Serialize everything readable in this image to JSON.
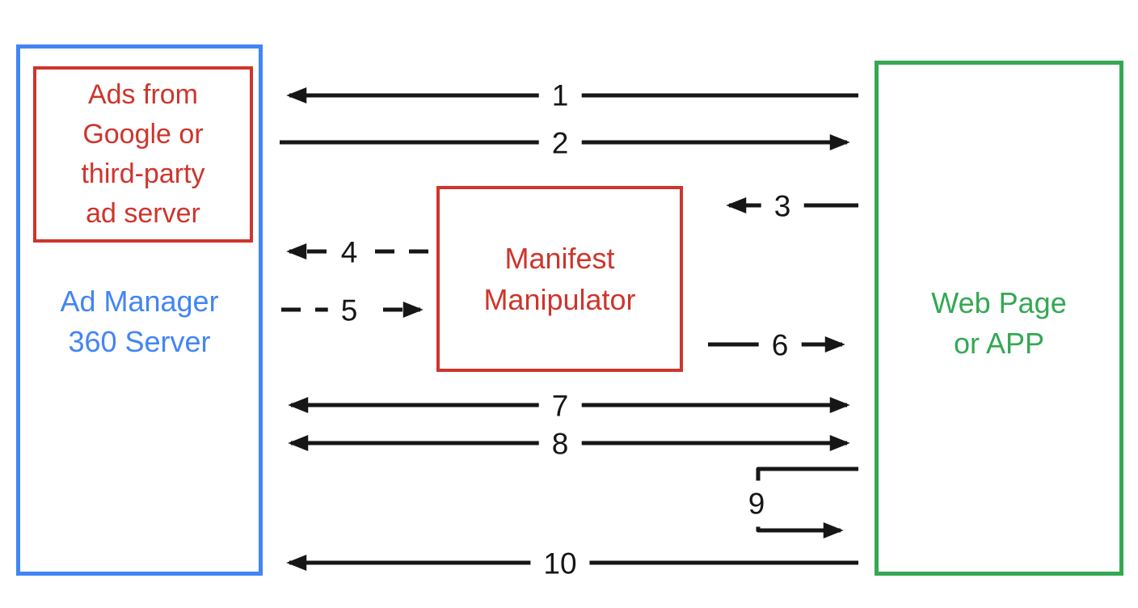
{
  "diagram": {
    "boxes": {
      "ad_server": {
        "label": "Ads from\nGoogle or\nthird-party\nad server"
      },
      "ad_manager": {
        "label": "Ad Manager\n360 Server"
      },
      "manifest": {
        "label": "Manifest\nManipulator"
      },
      "web_page": {
        "label": "Web Page\nor APP"
      }
    },
    "arrow_labels": [
      "1",
      "2",
      "3",
      "4",
      "5",
      "6",
      "7",
      "8",
      "9",
      "10"
    ],
    "colors": {
      "blue": "#4285F4",
      "red": "#CE352C",
      "green": "#34A853",
      "arrow": "#161616"
    }
  }
}
